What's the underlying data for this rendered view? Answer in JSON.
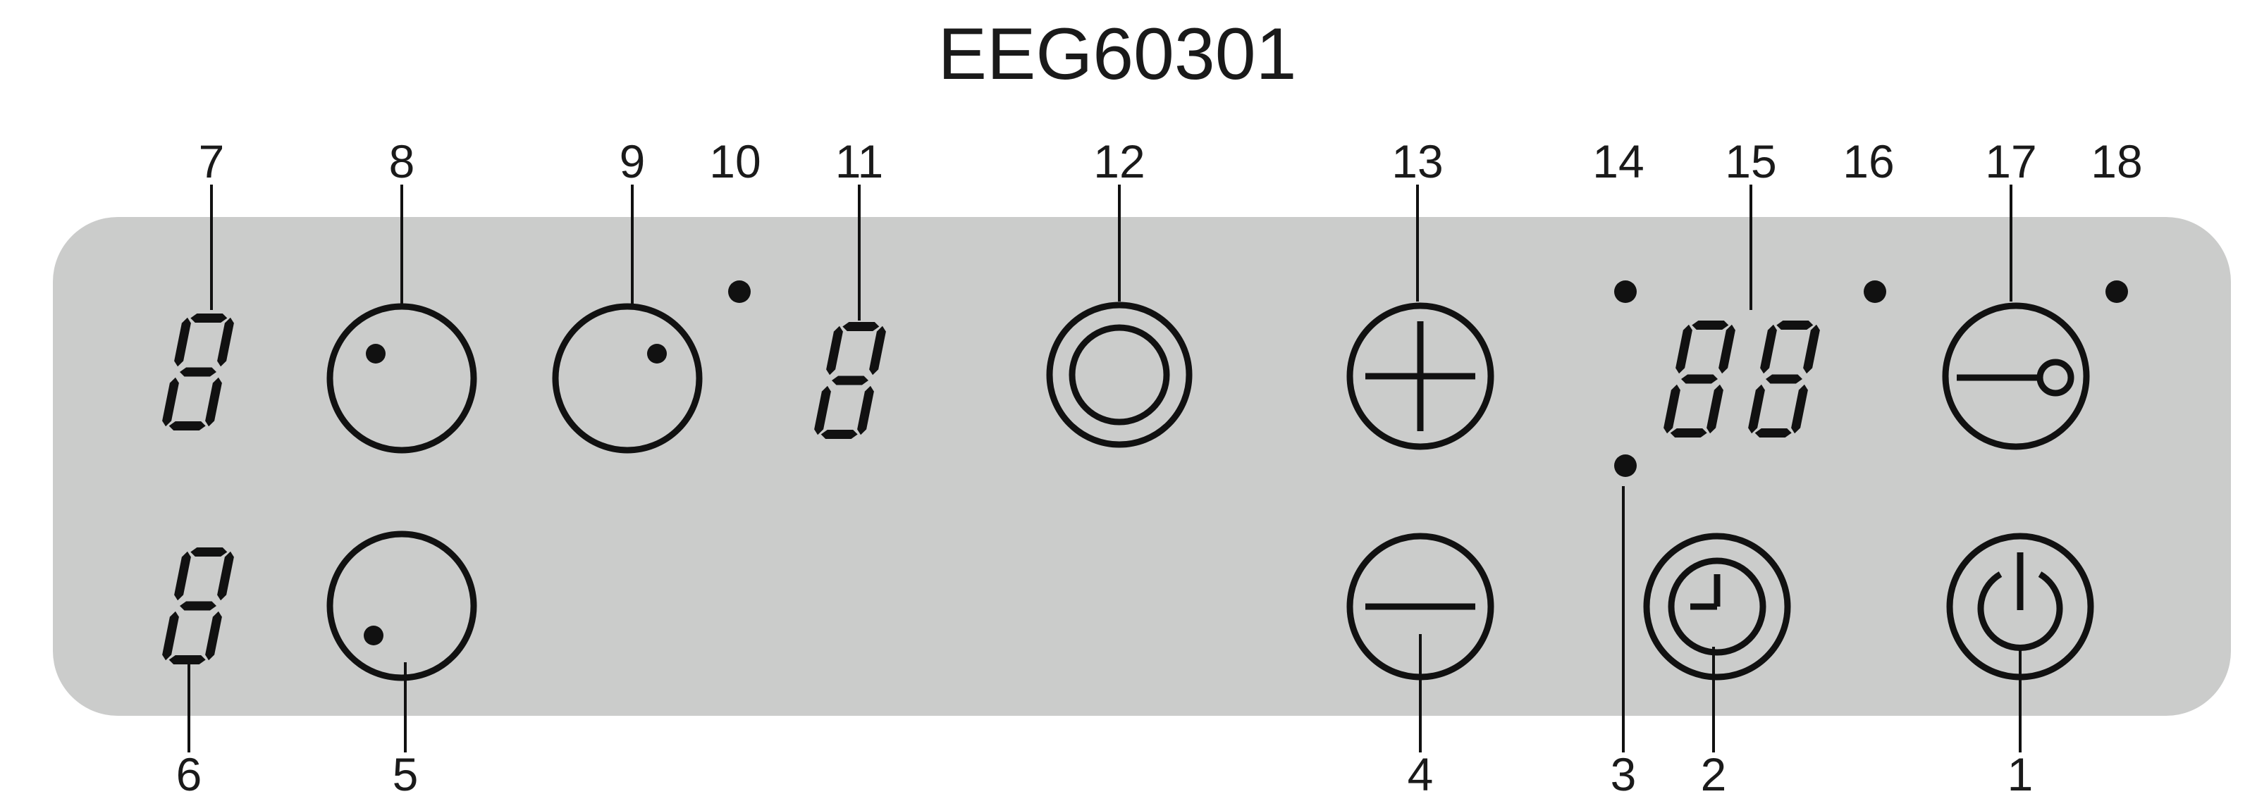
{
  "title": "EEG60301",
  "callouts": {
    "n1": "1",
    "n2": "2",
    "n3": "3",
    "n4": "4",
    "n5": "5",
    "n6": "6",
    "n7": "7",
    "n8": "8",
    "n9": "9",
    "n10": "10",
    "n11": "11",
    "n12": "12",
    "n13": "13",
    "n14": "14",
    "n15": "15",
    "n16": "16",
    "n17": "17",
    "n18": "18"
  },
  "colors": {
    "panel": "#cbcccb",
    "ink": "#111111"
  },
  "icons": {
    "zone_front_left": "circle-dot-upper-left-icon",
    "zone_front_right": "circle-dot-upper-right-icon",
    "zone_rear_left": "circle-dot-lower-left-icon",
    "dual_zone": "double-circle-icon",
    "plus": "plus-icon",
    "minus": "minus-icon",
    "timer": "clock-icon",
    "lock": "key-icon",
    "power": "power-icon"
  },
  "displays": {
    "display_6": "8",
    "display_7": "8",
    "display_11": "8",
    "display_15": "88"
  }
}
